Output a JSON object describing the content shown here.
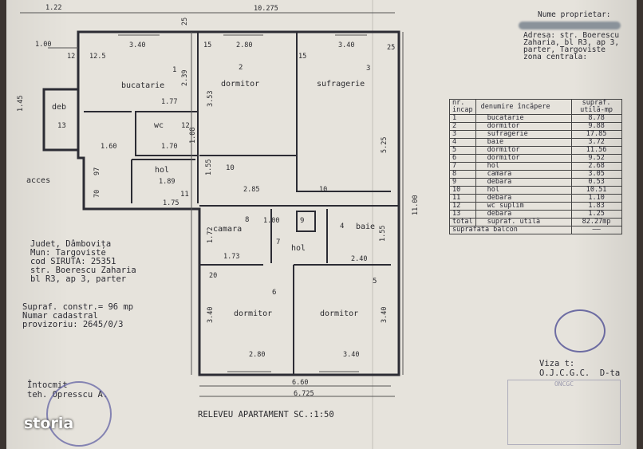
{
  "owner": {
    "label": "Nume proprietar:",
    "address": [
      "Adresa: str. Boerescu",
      "Zaharia, bl R3, ap 3,",
      "parter, Targoviste",
      "zona centrala:"
    ]
  },
  "location": [
    "Judet, Dâmbovița",
    "Mun: Targoviste",
    "cod SIRUTA: 25351",
    "str. Boerescu Zaharia",
    "bl R3, ap 3, parter"
  ],
  "surface": [
    "Supraf. constr.= 96 mp",
    "Numar cadastral",
    "provizoriu: 2645/0/3"
  ],
  "room_table": {
    "headers": [
      "nr. incap",
      "denumire încăpere",
      "supraf. utilă-mp"
    ],
    "rows": [
      [
        "1",
        "bucatarie",
        "8.78"
      ],
      [
        "2",
        "dormitor",
        "9.88"
      ],
      [
        "3",
        "sufragerie",
        "17.85"
      ],
      [
        "4",
        "baie",
        "3.72"
      ],
      [
        "5",
        "dormitor",
        "11.56"
      ],
      [
        "6",
        "dormitor",
        "9.52"
      ],
      [
        "7",
        "hol",
        "2.68"
      ],
      [
        "8",
        "camara",
        "3.05"
      ],
      [
        "9",
        "debara",
        "0.53"
      ],
      [
        "10",
        "hol",
        "10.51"
      ],
      [
        "11",
        "debara",
        "1.10"
      ],
      [
        "12",
        "wc suplim",
        "1.83"
      ],
      [
        "13",
        "debara",
        "1.25"
      ]
    ],
    "total": [
      "total",
      "supraf. utilă",
      "82.27mp"
    ],
    "balcony": [
      "suprafata balcon",
      "——"
    ]
  },
  "plan": {
    "rooms": {
      "r1": "bucatarie",
      "r2": "dormitor",
      "r3": "sufragerie",
      "r4": "baie",
      "r5": "dormitor",
      "r6": "dormitor",
      "r7": "hol",
      "r8": "camara",
      "r10": "",
      "r11": "hol",
      "r12": "wc",
      "r13": "deb"
    },
    "numbers": [
      "1",
      "2",
      "3",
      "4",
      "5",
      "6",
      "7",
      "8",
      "9",
      "10",
      "11",
      "12",
      "13"
    ],
    "dims": [
      "1.22",
      "10.275",
      "1.00",
      "12",
      "12.5",
      "3.40",
      "15",
      "2.80",
      "15",
      "3.40",
      "25",
      "2.39",
      "1.77",
      "3.53",
      "5.25",
      "1.45",
      "1.60",
      "1.70",
      "1.08",
      "1.89",
      "97",
      "70",
      "1.75",
      "2.85",
      "10",
      "1.55",
      "11.00",
      "1.00",
      "1.72",
      "1.73",
      "2.40",
      "1.55",
      "3.40",
      "3.40",
      "2.80",
      "3.40",
      "6.60",
      "6.725",
      "25",
      "20"
    ],
    "access": "acces"
  },
  "title": "RELEVEU  APARTAMENT  SC.:1:50",
  "author": [
    "Întocmit",
    "teh. Opresscu A."
  ],
  "visa": [
    "Viza t:",
    "O.J.C.G.C.  D-ta"
  ],
  "stamp": "ONCGC",
  "watermark": "storia"
}
